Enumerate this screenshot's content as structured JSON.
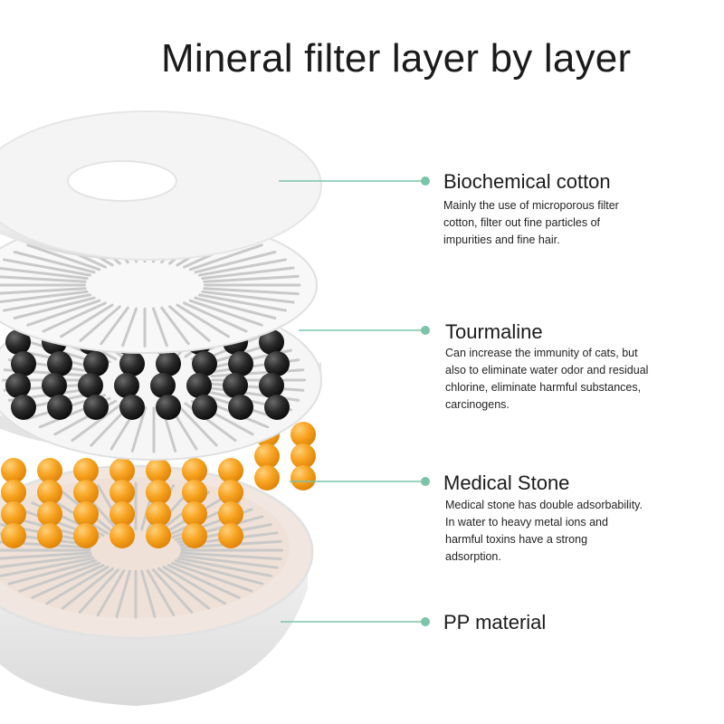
{
  "title": "Mineral filter layer by layer",
  "accent_color": "#7cc4a9",
  "layers": [
    {
      "name": "Biochemical cotton",
      "description": "Mainly the use of microporous filter\ncotton, filter out fine particles of\nimpurities and fine hair."
    },
    {
      "name": "Tourmaline",
      "description": "Can increase the immunity of cats, but\nalso to eliminate water odor and residual\nchlorine, eliminate harmful substances,\ncarcinogens."
    },
    {
      "name": "Medical Stone",
      "description": "Medical stone has double adsorbability.\n In water to heavy metal ions and\nharmful toxins have a strong\nadsorption."
    },
    {
      "name": "PP material",
      "description": ""
    }
  ]
}
